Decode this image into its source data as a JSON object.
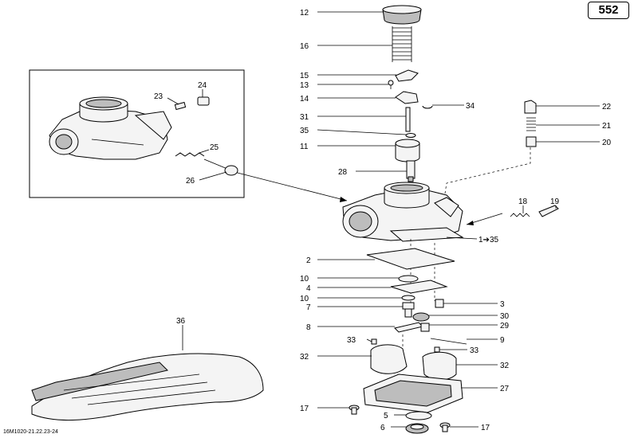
{
  "header": {
    "page_number": "552"
  },
  "footer": {
    "doc_code": "16M1020-21.22.23-24"
  },
  "callouts": {
    "c12": "12",
    "c16": "16",
    "c15": "15",
    "c13": "13",
    "c14": "14",
    "c34": "34",
    "c31": "31",
    "c35": "35",
    "c11": "11",
    "c28": "28",
    "c22": "22",
    "c21": "21",
    "c20": "20",
    "c18": "18",
    "c19": "19",
    "c1to35": "1➔35",
    "c2": "2",
    "c10a": "10",
    "c4": "4",
    "c10b": "10",
    "c7": "7",
    "c3": "3",
    "c30": "30",
    "c8": "8",
    "c29": "29",
    "c33a": "33",
    "c33b": "33",
    "c9": "9",
    "c32a": "32",
    "c32b": "32",
    "c27": "27",
    "c17a": "17",
    "c5": "5",
    "c6": "6",
    "c17b": "17",
    "c23": "23",
    "c24": "24",
    "c25": "25",
    "c26": "26",
    "c36": "36"
  },
  "colors": {
    "line": "#000000",
    "part_fill": "#f4f4f4",
    "part_shade": "#bdbdbd"
  }
}
